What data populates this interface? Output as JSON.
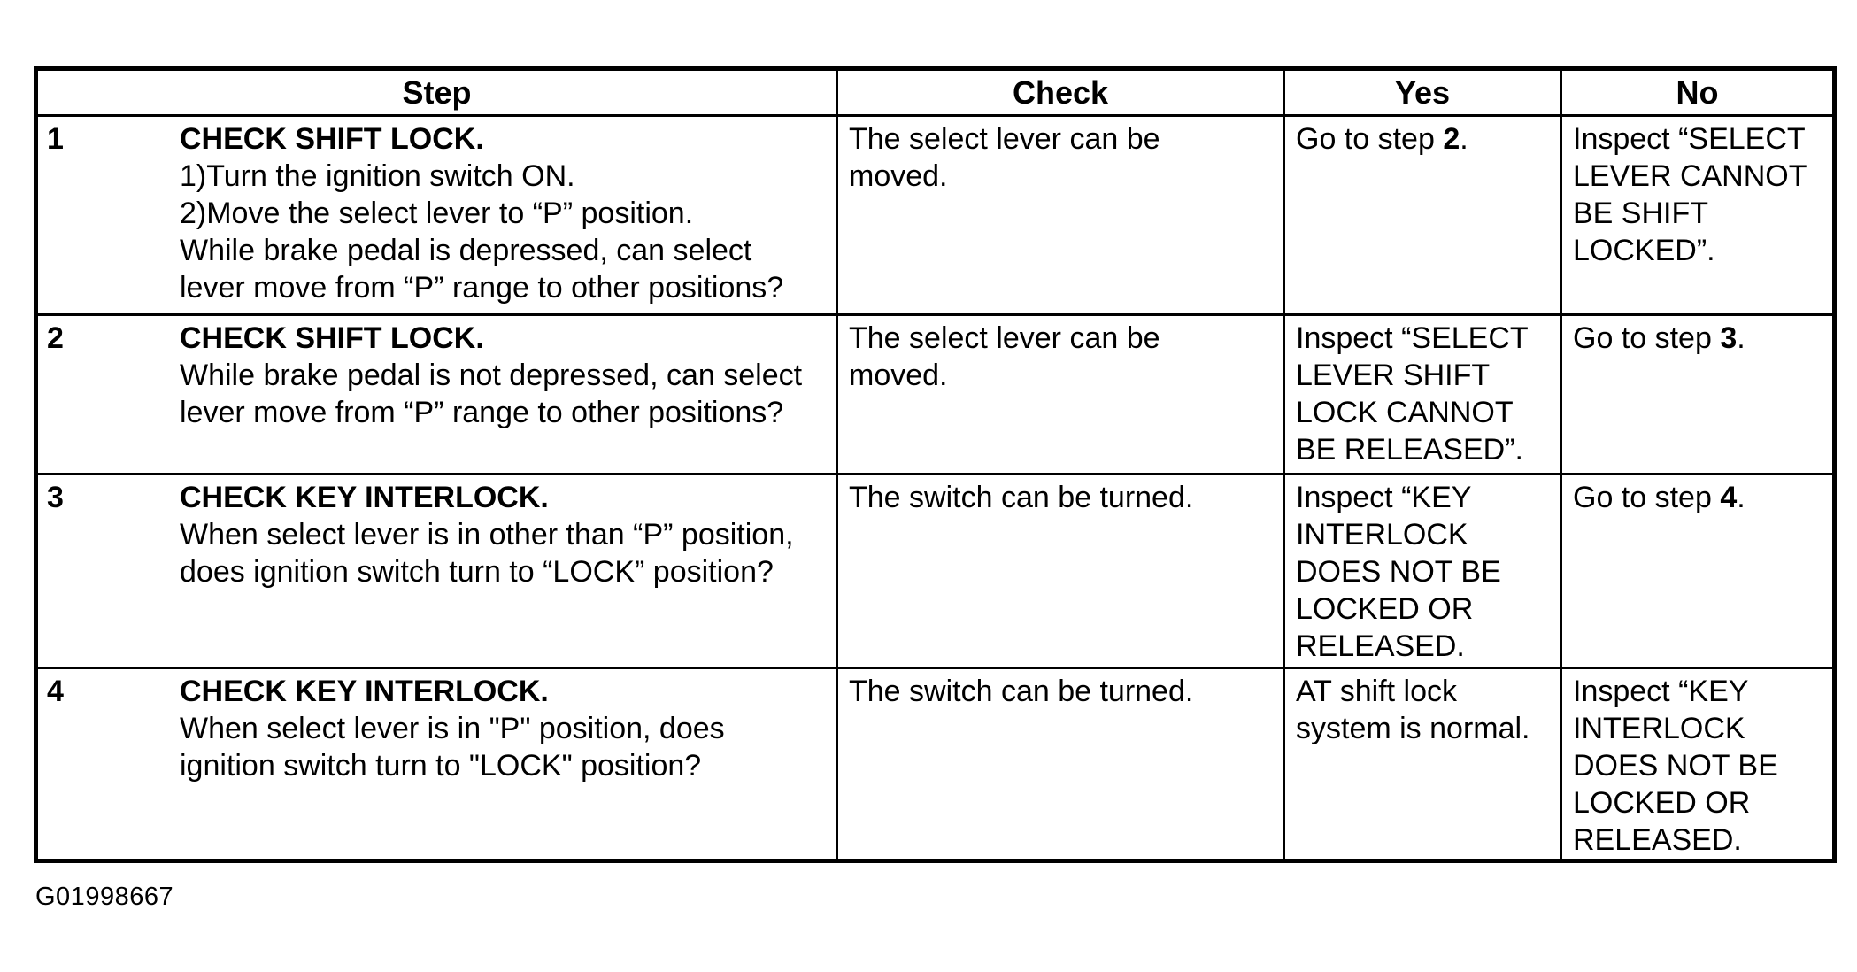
{
  "document": {
    "figure_id": "G01998667"
  },
  "table": {
    "columns": [
      "Step",
      "Check",
      "Yes",
      "No"
    ],
    "rows": [
      {
        "num": "1",
        "step": [
          {
            "text": "CHECK SHIFT LOCK.",
            "bold": true
          },
          {
            "text": "1)Turn the ignition switch ON.",
            "bold": false
          },
          {
            "text": "2)Move the select lever to “P” position.",
            "bold": false
          },
          {
            "text": "While brake pedal is depressed, can select lever move from “P” range to other positions?",
            "bold": false
          }
        ],
        "check": [
          {
            "text": "The select lever can be moved.",
            "bold": false
          }
        ],
        "yes": [
          {
            "text": "Go to step ",
            "bold": false
          },
          {
            "text": "2",
            "bold": true
          },
          {
            "text": ".",
            "bold": false
          }
        ],
        "no": [
          {
            "text": "Inspect “SELECT LEVER CANNOT BE SHIFT LOCKED”.",
            "bold": false
          }
        ]
      },
      {
        "num": "2",
        "step": [
          {
            "text": "CHECK SHIFT LOCK.",
            "bold": true
          },
          {
            "text": "While brake pedal is not depressed, can select lever move from “P” range to other positions?",
            "bold": false
          }
        ],
        "check": [
          {
            "text": "The select lever can be moved.",
            "bold": false
          }
        ],
        "yes": [
          {
            "text": "Inspect “SELECT LEVER SHIFT LOCK CANNOT BE RELEASED”.",
            "bold": false
          }
        ],
        "no": [
          {
            "text": "Go to step ",
            "bold": false
          },
          {
            "text": "3",
            "bold": true
          },
          {
            "text": ".",
            "bold": false
          }
        ]
      },
      {
        "num": "3",
        "step": [
          {
            "text": "CHECK KEY INTERLOCK.",
            "bold": true
          },
          {
            "text": "When select lever is in other than “P” position, does ignition switch turn to “LOCK” position?",
            "bold": false
          }
        ],
        "check": [
          {
            "text": "The switch can be turned.",
            "bold": false
          }
        ],
        "yes": [
          {
            "text": "Inspect “KEY INTERLOCK DOES NOT BE LOCKED OR RELEASED.",
            "bold": false
          }
        ],
        "no": [
          {
            "text": "Go to step ",
            "bold": false
          },
          {
            "text": "4",
            "bold": true
          },
          {
            "text": ".",
            "bold": false
          }
        ]
      },
      {
        "num": "4",
        "step": [
          {
            "text": "CHECK KEY INTERLOCK.",
            "bold": true
          },
          {
            "text": "When select lever is in \"P\" position, does ignition switch turn to \"LOCK\" position?",
            "bold": false
          }
        ],
        "check": [
          {
            "text": "The switch can be turned.",
            "bold": false
          }
        ],
        "yes": [
          {
            "text": "AT shift lock system is normal.",
            "bold": false
          }
        ],
        "no": [
          {
            "text": "Inspect “KEY INTERLOCK DOES NOT BE LOCKED OR RELEASED.",
            "bold": false
          }
        ]
      }
    ]
  }
}
